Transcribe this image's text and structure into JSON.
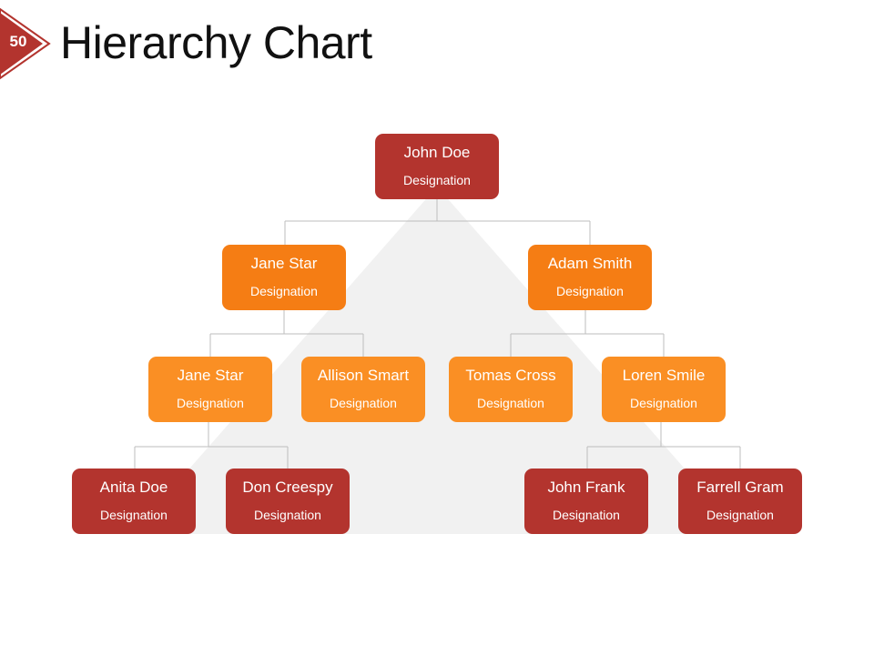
{
  "slide": {
    "number": "50",
    "title": "Hierarchy Chart"
  },
  "colors": {
    "dark_red": "#b3342e",
    "orange": "#f57d14",
    "light_orange": "#fa8f24",
    "triangle": "#f1f1f1",
    "connector": "#bdbdbd"
  },
  "nodes": {
    "root": {
      "name": "John Doe",
      "role": "Designation"
    },
    "l1_left": {
      "name": "Jane Star",
      "role": "Designation"
    },
    "l1_right": {
      "name": "Adam Smith",
      "role": "Designation"
    },
    "l2_1": {
      "name": "Jane Star",
      "role": "Designation"
    },
    "l2_2": {
      "name": "Allison Smart",
      "role": "Designation"
    },
    "l2_3": {
      "name": "Tomas Cross",
      "role": "Designation"
    },
    "l2_4": {
      "name": "Loren Smile",
      "role": "Designation"
    },
    "l3_1": {
      "name": "Anita Doe",
      "role": "Designation"
    },
    "l3_2": {
      "name": "Don Creespy",
      "role": "Designation"
    },
    "l3_3": {
      "name": "John Frank",
      "role": "Designation"
    },
    "l3_4": {
      "name": "Farrell Gram",
      "role": "Designation"
    }
  }
}
